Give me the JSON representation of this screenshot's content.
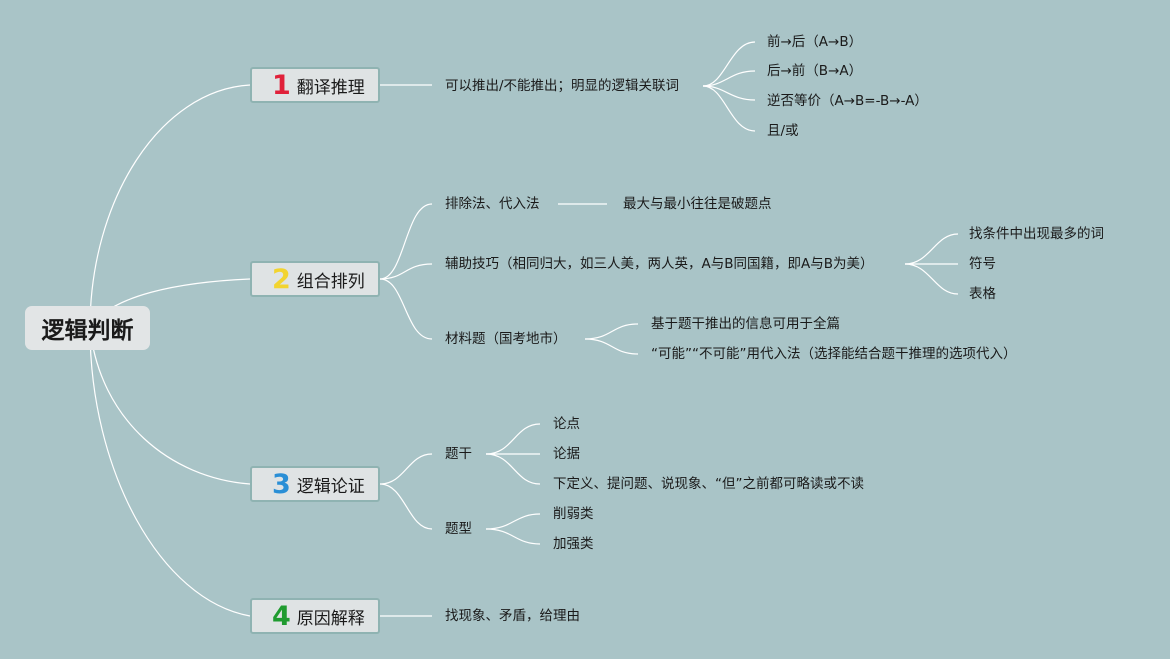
{
  "root": {
    "label": "逻辑判断"
  },
  "colors": {
    "background": "#a9c4c7",
    "num1": "#e0213a",
    "num2": "#f2d430",
    "num3": "#2a8fd6",
    "num4": "#1f9b2f"
  },
  "branches": [
    {
      "num": "1",
      "label": "翻译推理",
      "children": [
        {
          "label": "可以推出/不能推出；明显的逻辑关联词",
          "children": [
            "前→后（A→B）",
            "后→前（B→A）",
            "逆否等价（A→B=-B→-A）",
            "且/或"
          ]
        }
      ]
    },
    {
      "num": "2",
      "label": "组合排列",
      "children": [
        {
          "label": "排除法、代入法",
          "children": [
            "最大与最小往往是破题点"
          ]
        },
        {
          "label": "辅助技巧（相同归大，如三人美，两人英，A与B同国籍，即A与B为美）",
          "children": [
            "找条件中出现最多的词",
            "符号",
            "表格"
          ]
        },
        {
          "label": "材料题（国考地市）",
          "children": [
            "基于题干推出的信息可用于全篇",
            "“可能”“不可能”用代入法（选择能结合题干推理的选项代入）"
          ]
        }
      ]
    },
    {
      "num": "3",
      "label": "逻辑论证",
      "children": [
        {
          "label": "题干",
          "children": [
            "论点",
            "论据",
            "下定义、提问题、说现象、“但”之前都可略读或不读"
          ]
        },
        {
          "label": "题型",
          "children": [
            "削弱类",
            "加强类"
          ]
        }
      ]
    },
    {
      "num": "4",
      "label": "原因解释",
      "children": [
        {
          "label": "找现象、矛盾，给理由",
          "children": []
        }
      ]
    }
  ]
}
